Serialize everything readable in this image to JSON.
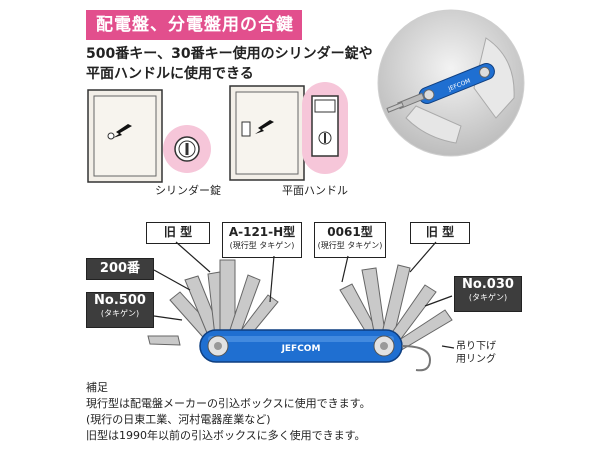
{
  "header": {
    "title": "配電盤、分電盤用の合鍵",
    "subtitle_line1": "500番キー、30番キー使用のシリンダー錠や",
    "subtitle_line2": "平面ハンドルに使用できる"
  },
  "cabinets": {
    "left_label": "シリンダー錠",
    "right_label": "平面ハンドル"
  },
  "callouts": {
    "old_type_left": "旧 型",
    "a121": {
      "main": "A-121-H型",
      "sub": "(現行型 タキゲン)"
    },
    "k0061": {
      "main": "0061型",
      "sub": "(現行型 タキゲン)"
    },
    "old_type_right": "旧 型",
    "k200": "200番",
    "no500": {
      "main": "No.500",
      "sub": "(タキゲン)"
    },
    "no030": {
      "main": "No.030",
      "sub": "(タキゲン)"
    },
    "ring": {
      "line1": "吊り下げ",
      "line2": "用リング"
    }
  },
  "tool": {
    "brand": "JEFCOM",
    "photo_brand": "JEFCOM"
  },
  "notes": {
    "heading": "補足",
    "line1": "現行型は配電盤メーカーの引込ボックスに使用できます。",
    "line2": "(現行の日東工業、河村電器産業など)",
    "line3": "旧型は1990年以前の引込ボックスに多く使用できます。"
  },
  "colors": {
    "accent": "#e24f8d",
    "tool_blue": "#1f6fd1",
    "dark_tag": "#3d3d3d",
    "pink_circle": "#f6c6d9"
  }
}
